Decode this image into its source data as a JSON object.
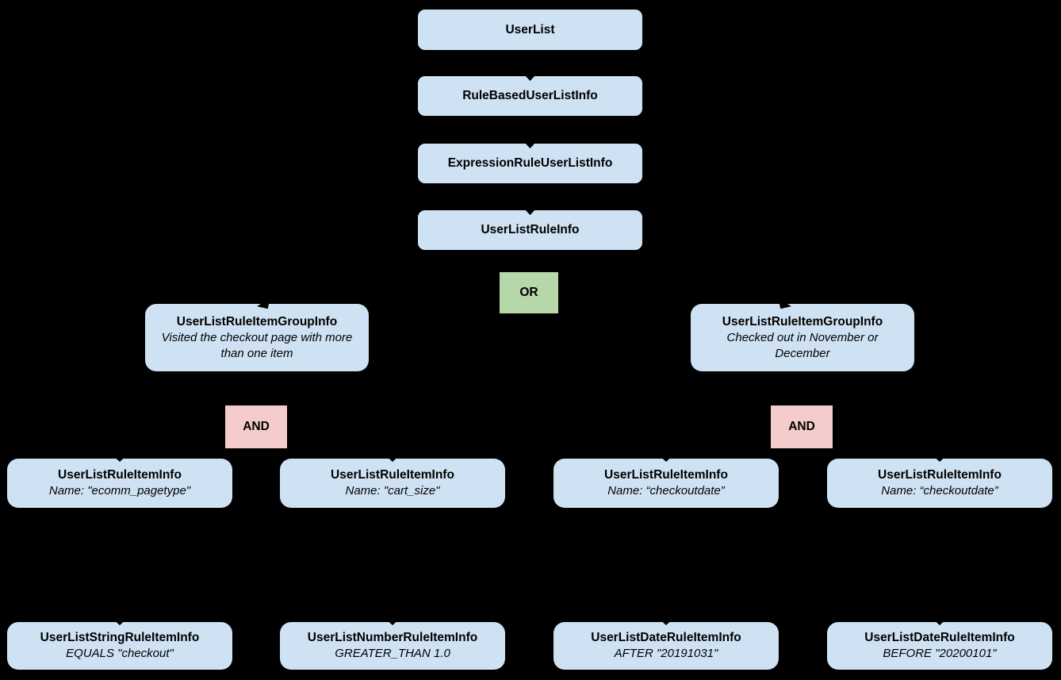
{
  "diagram": {
    "colors": {
      "background": "#000000",
      "node_fill": "#cfe2f3",
      "or_fill": "#b6d7a8",
      "and_fill": "#f4cccc",
      "text": "#000000"
    },
    "chain": [
      {
        "label": "UserList"
      },
      {
        "label": "RuleBasedUserListInfo"
      },
      {
        "label": "ExpressionRuleUserListInfo"
      },
      {
        "label": "UserListRuleInfo"
      }
    ],
    "or_operator": {
      "label": "OR"
    },
    "and_operators": [
      {
        "label": "AND"
      },
      {
        "label": "AND"
      }
    ],
    "groups": [
      {
        "title": "UserListRuleItemGroupInfo",
        "description": "Visited the checkout page with more than one item"
      },
      {
        "title": "UserListRuleItemGroupInfo",
        "description": "Checked out in November or December"
      }
    ],
    "rule_items": [
      {
        "title": "UserListRuleItemInfo",
        "description": "Name: \"ecomm_pagetype\""
      },
      {
        "title": "UserListRuleItemInfo",
        "description": "Name: \"cart_size\""
      },
      {
        "title": "UserListRuleItemInfo",
        "description": "Name: “checkoutdate”"
      },
      {
        "title": "UserListRuleItemInfo",
        "description": "Name: “checkoutdate”"
      }
    ],
    "operands": [
      {
        "title": "UserListStringRuleItemInfo",
        "description": "EQUALS \"checkout\""
      },
      {
        "title": "UserListNumberRuleItemInfo",
        "description": "GREATER_THAN 1.0"
      },
      {
        "title": "UserListDateRuleItemInfo",
        "description": "AFTER \"20191031\""
      },
      {
        "title": "UserListDateRuleItemInfo",
        "description": "BEFORE \"20200101\""
      }
    ]
  }
}
